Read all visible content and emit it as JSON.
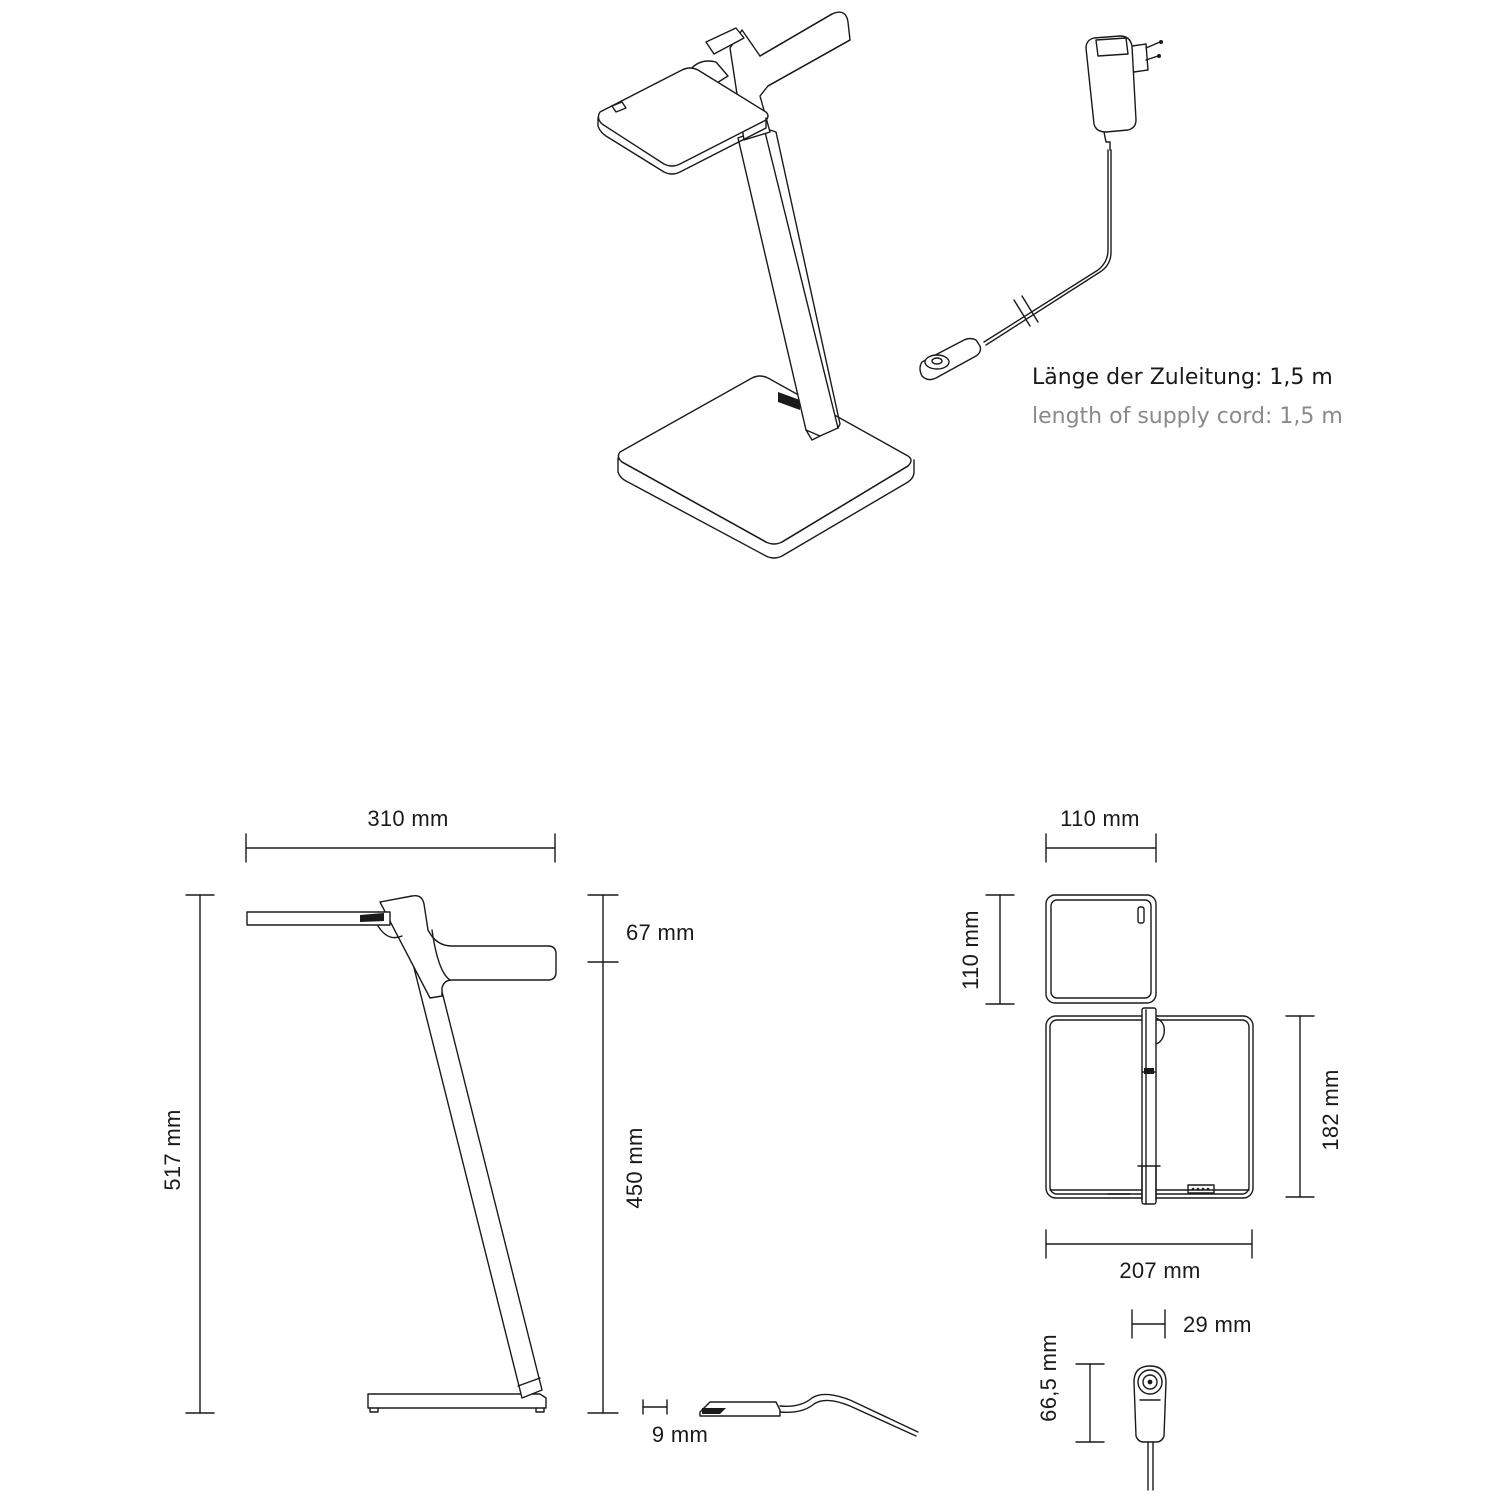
{
  "supply_cord": {
    "label_de": "Länge der Zuleitung: 1,5 m",
    "label_en": "length of supply cord: 1,5 m"
  },
  "side_view": {
    "width": "310 mm",
    "height_total": "517 mm",
    "head_height": "67 mm",
    "column_height": "450 mm",
    "switch_height": "9 mm"
  },
  "top_view": {
    "head_width": "110 mm",
    "head_depth": "110 mm",
    "base_depth": "182 mm",
    "base_width": "207 mm"
  },
  "connector_view": {
    "width": "29 mm",
    "height": "66,5 mm"
  }
}
